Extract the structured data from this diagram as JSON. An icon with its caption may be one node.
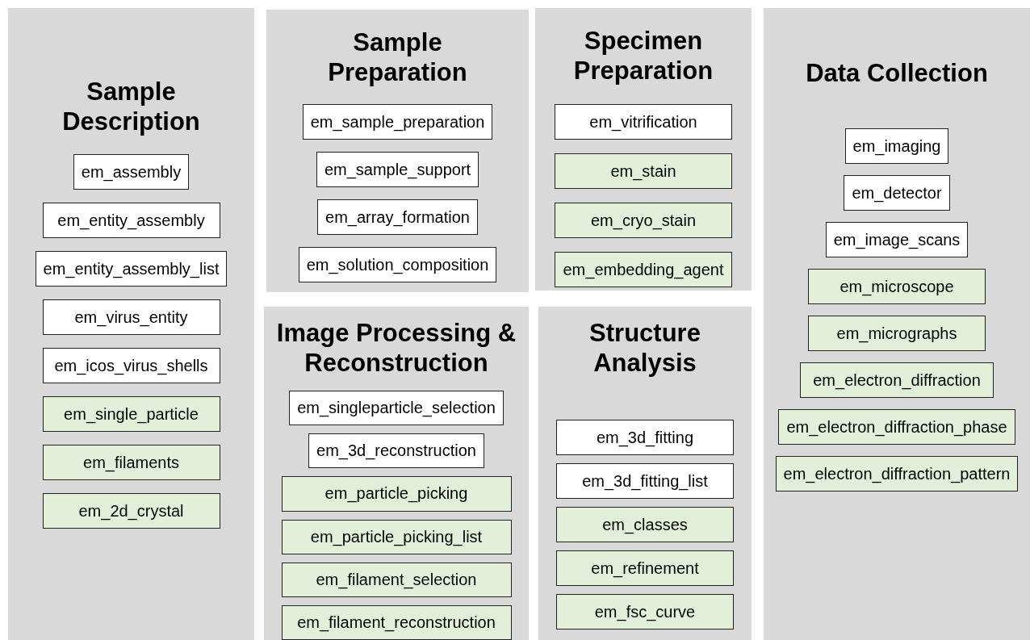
{
  "diagram": {
    "nodes": [
      {
        "text": [
          "Sample Description"
        ]
      },
      {
        "text": [
          "em_assembly"
        ],
        "in": 0
      },
      {
        "text": [
          "em_entity_assembly"
        ],
        "in": 0
      },
      {
        "text": [
          "em_entity_assembly_list"
        ],
        "in": 0
      },
      {
        "text": [
          "em_virus_entity"
        ],
        "in": 0
      },
      {
        "text": [
          "em_icos_virus_shells"
        ],
        "in": 0
      },
      {
        "text": [
          "em_single_particle"
        ],
        "in": 0
      },
      {
        "text": [
          "em_filaments"
        ],
        "in": 0
      },
      {
        "text": [
          "em_2d_crystal"
        ],
        "in": 0
      },
      {
        "text": [
          "Sample Preparation"
        ]
      },
      {
        "text": [
          "em_sample_preparation"
        ],
        "in": 9
      },
      {
        "text": [
          "em_sample_support"
        ],
        "in": 9
      },
      {
        "text": [
          "em_array_formation"
        ],
        "in": 9
      },
      {
        "text": [
          "em_solution_composition"
        ],
        "in": 9
      },
      {
        "text": [
          "Specimen Preparation"
        ]
      },
      {
        "text": [
          "em_vitrification"
        ],
        "in": 14
      },
      {
        "text": [
          "em_stain"
        ],
        "in": 14
      },
      {
        "text": [
          "em_cryo_stain"
        ],
        "in": 14
      },
      {
        "text": [
          "em_embedding_agent"
        ],
        "in": 14
      },
      {
        "text": [
          "Data Collection"
        ]
      },
      {
        "text": [
          "em_imaging"
        ],
        "in": 19
      },
      {
        "text": [
          "em_detector"
        ],
        "in": 19
      },
      {
        "text": [
          "em_image_scans"
        ],
        "in": 19
      },
      {
        "text": [
          "em_microscope"
        ],
        "in": 19
      },
      {
        "text": [
          "em_micrographs"
        ],
        "in": 19
      },
      {
        "text": [
          "em_electron_diffraction"
        ],
        "in": 19
      },
      {
        "text": [
          "em_electron_diffraction_phase"
        ],
        "in": 19
      },
      {
        "text": [
          "em_electron_diffraction_pattern"
        ],
        "in": 19
      },
      {
        "text": [
          "Image Processing & Reconstruction"
        ]
      },
      {
        "text": [
          "em_singleparticle_selection"
        ],
        "in": 28
      },
      {
        "text": [
          "em_3d_reconstruction"
        ],
        "in": 28
      },
      {
        "text": [
          "em_particle_picking"
        ],
        "in": 28
      },
      {
        "text": [
          "em_particle_picking_list"
        ],
        "in": 28
      },
      {
        "text": [
          "em_filament_selection"
        ],
        "in": 28
      },
      {
        "text": [
          "em_filament_reconstruction"
        ],
        "in": 28
      },
      {
        "text": [
          "Structure Analysis"
        ]
      },
      {
        "text": [
          "em_3d_fitting"
        ],
        "in": 35
      },
      {
        "text": [
          "em_3d_fitting_list"
        ],
        "in": 35
      },
      {
        "text": [
          "em_classes"
        ],
        "in": 35
      },
      {
        "text": [
          "em_refinement"
        ],
        "in": 35
      },
      {
        "text": [
          "em_fsc_curve"
        ],
        "in": 35
      }
    ],
    "edges": []
  }
}
